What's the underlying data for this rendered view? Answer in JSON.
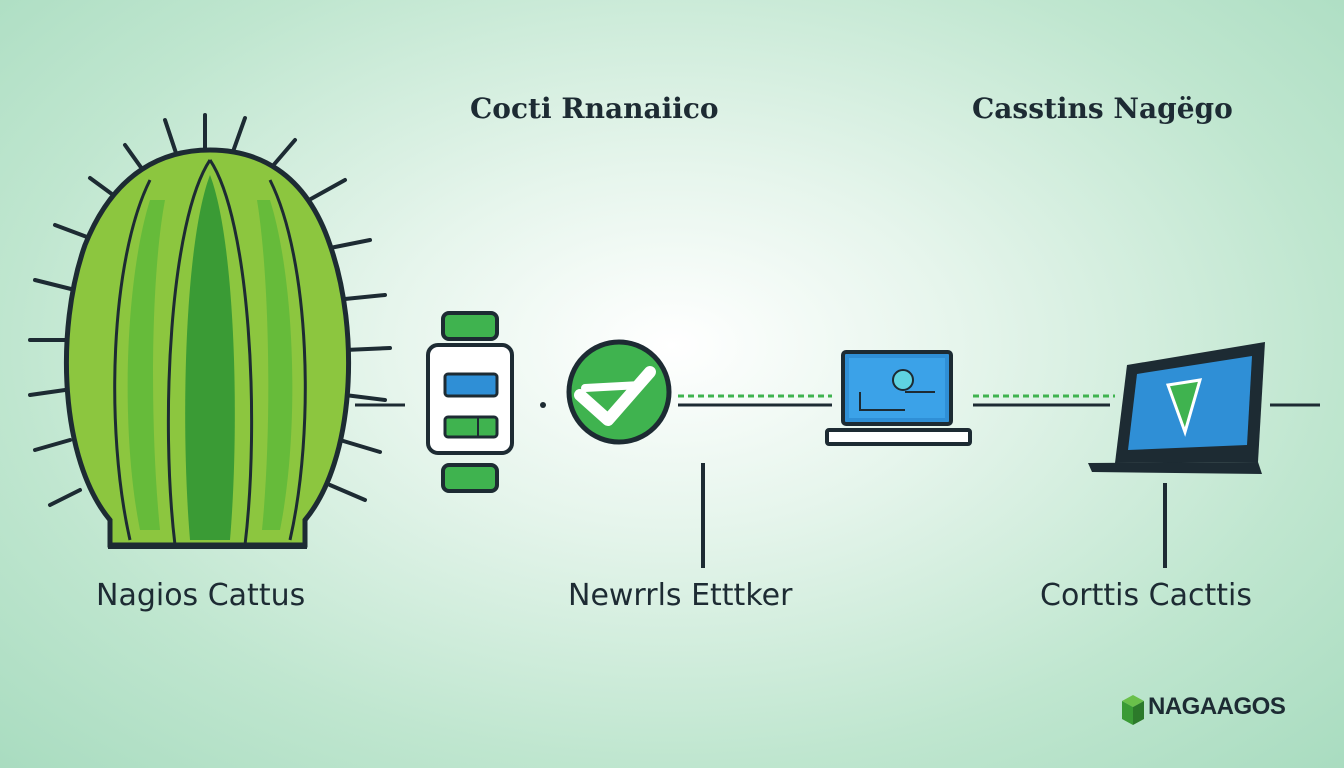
{
  "titles": {
    "left": "Cocti Rnanaiico",
    "right": "Casstins Nagëgo"
  },
  "nodes": {
    "cactus": "Nagios Cattus",
    "network": "Newrrls Etttker",
    "server": "Corttis Cacttis"
  },
  "logo": {
    "text": "NAGAAGOS"
  },
  "colors": {
    "cactus_green": "#8cc63f",
    "dark_green": "#3a9b35",
    "check_green": "#3fb34f",
    "screen_blue": "#2f8fd6",
    "outline": "#1d2b33"
  }
}
